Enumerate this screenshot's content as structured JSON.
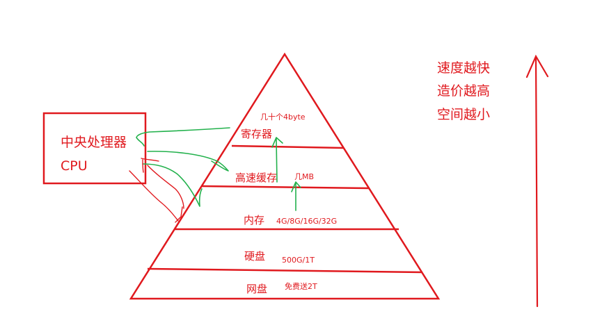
{
  "colors": {
    "red": "#e0191e",
    "green": "#22b14c"
  },
  "cpu_box": {
    "name": "中央处理器",
    "abbr": "CPU"
  },
  "pyramid": {
    "levels": [
      {
        "id": "register",
        "name": "寄存器",
        "capacity": "几十个4byte"
      },
      {
        "id": "cache",
        "name": "高速缓存",
        "capacity": "几MB"
      },
      {
        "id": "memory",
        "name": "内存",
        "capacity": "4G/8G/16G/32G"
      },
      {
        "id": "disk",
        "name": "硬盘",
        "capacity": "500G/1T"
      },
      {
        "id": "netdisk",
        "name": "网盘",
        "capacity": "免费送2T"
      }
    ]
  },
  "side_notes": [
    "速度越快",
    "造价越高",
    "空间越小"
  ]
}
